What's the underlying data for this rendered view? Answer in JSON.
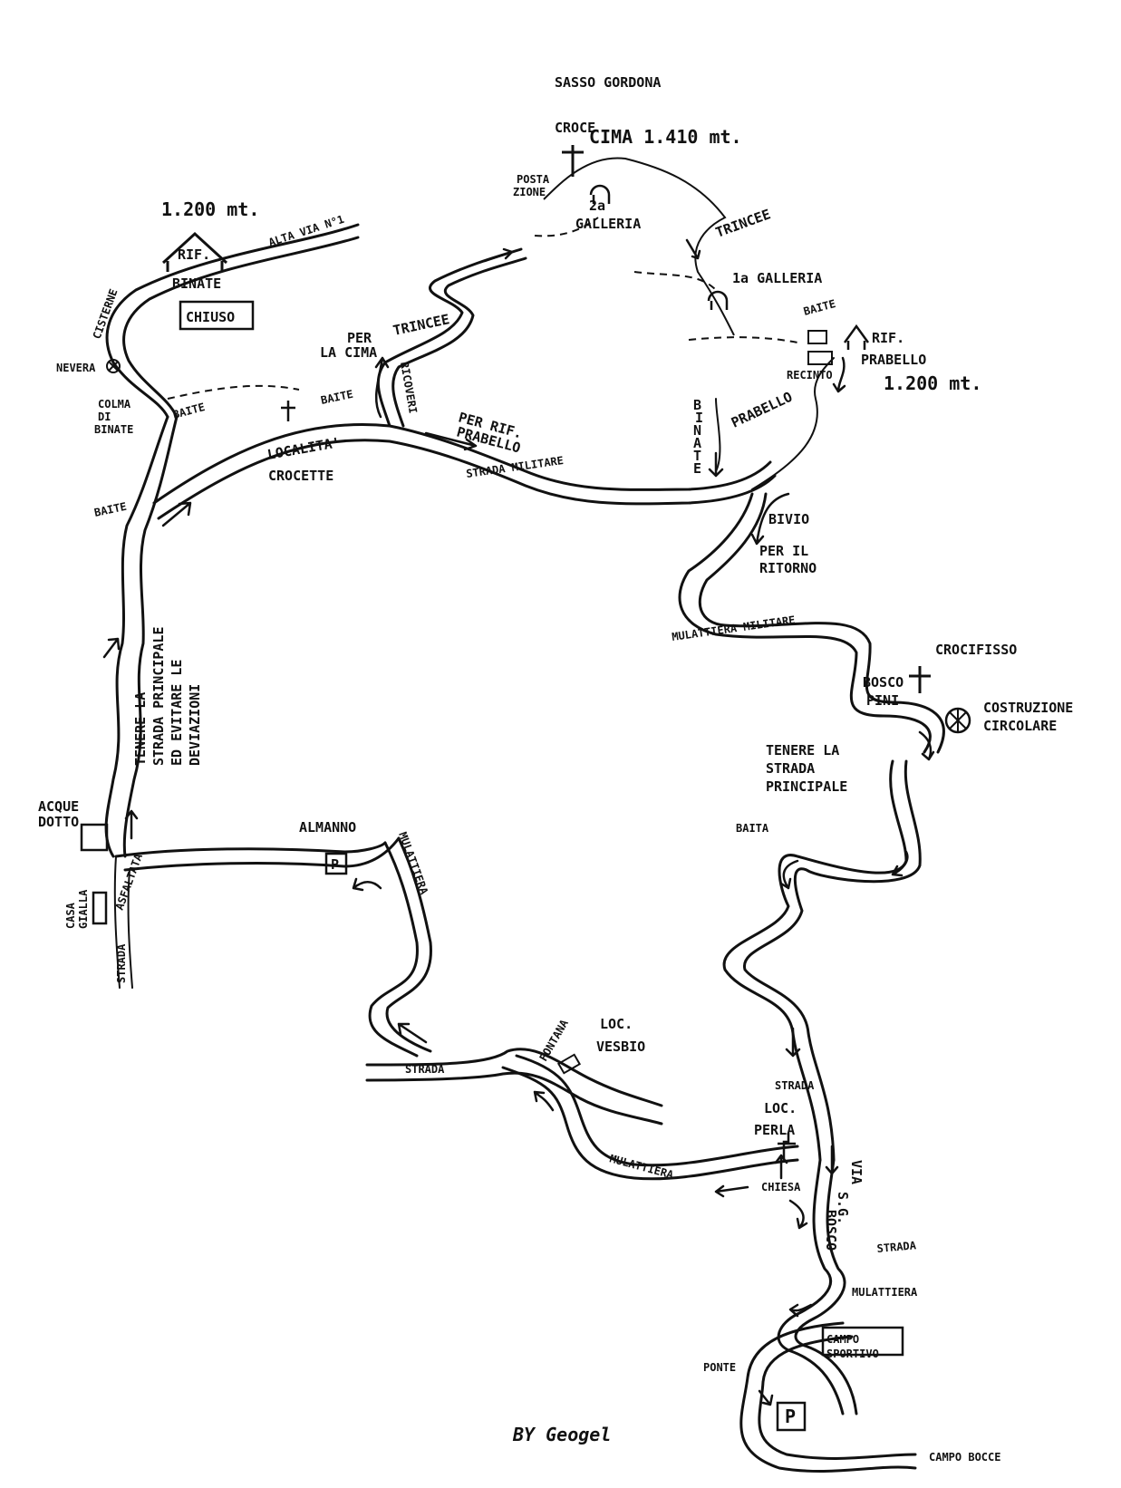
{
  "peak": {
    "name": "SASSO GORDONA",
    "cross_label": "CROCE",
    "summit_label": "CIMA 1.410 mt.",
    "postazione": [
      "POSTA",
      "ZIONE"
    ],
    "galleria2": "2a",
    "galleria_label": "GALLERIA",
    "galleria1": "1a GALLERIA",
    "trincee": "TRINCEE"
  },
  "rifugio_binate": {
    "altitude": "1.200 mt.",
    "rif": "RIF.",
    "name": "BINATE",
    "status": "CHIUSO",
    "alta_via": "ALTA VIA N°1",
    "cisterne": "CISTERNE",
    "nevera": "NEVERA",
    "colma": [
      "COLMA",
      "DI",
      "BINATE"
    ],
    "baite": "BAITE"
  },
  "rifugio_prabello": {
    "rif": "RIF.",
    "name": "PRABELLO",
    "altitude": "1.200 mt.",
    "baite": "BAITE",
    "recinto": "RECINTO",
    "binate_sign": [
      "B",
      "I",
      "N",
      "A",
      "T",
      "E"
    ],
    "prabello_sign": "PRABELLO"
  },
  "crocette": {
    "per_la_cima": [
      "PER",
      "LA CIMA"
    ],
    "trincee": "TRINCEE",
    "ricoveri": "RICOVERI",
    "baite": "BAITE",
    "localita": [
      "LOCALITA'",
      "CROCETTE"
    ],
    "per_rif": [
      "PER RIF.",
      "PRABELLO"
    ],
    "strada_militare": "STRADA MILITARE"
  },
  "bivio": {
    "label": "BIVIO",
    "ritorno": [
      "PER IL",
      "RITORNO"
    ],
    "mulattiera_militare": "MULATTIERA MILITARE"
  },
  "bosco": {
    "crocifisso": "CROCIFISSO",
    "bosco_pini": [
      "BOSCO",
      "PINI"
    ],
    "costruzione": [
      "COSTRUZIONE",
      "CIRCOLARE"
    ],
    "tenere": [
      "TENERE LA",
      "STRADA",
      "PRINCIPALE"
    ],
    "baita": "BAITA"
  },
  "west": {
    "baite": "BAITE",
    "tenere": [
      "TENERE LA",
      "STRADA PRINCIPALE",
      "ED EVITARE LE",
      "DEVIAZIONI"
    ],
    "acque": [
      "ACQUE",
      "DOTTO"
    ],
    "casa": [
      "CASA",
      "GIALLA"
    ],
    "strada": "STRADA",
    "asfaltata": "ASFALTATA"
  },
  "almanno": {
    "label": "ALMANNO",
    "parking": "P",
    "mulattiera": "MULATTIERA"
  },
  "vesbio": {
    "loc": [
      "LOC.",
      "VESBIO"
    ],
    "fontana": "FONTANA",
    "strada": "STRADA",
    "mulattiera": "MULATTIERA"
  },
  "perla": {
    "strada": "STRADA",
    "loc": [
      "LOC.",
      "PERLA"
    ],
    "chiesa": "CHIESA",
    "via": [
      "VIA",
      "S.G.",
      "BOSCO"
    ],
    "strada2": "STRADA",
    "mulattiera": "MULATTIERA",
    "campo_sportivo": [
      "CAMPO",
      "SPORTIVO"
    ],
    "ponte": "PONTE",
    "parking": "P",
    "campo_bocce": "CAMPO BOCCE"
  },
  "author": "BY Geogel"
}
